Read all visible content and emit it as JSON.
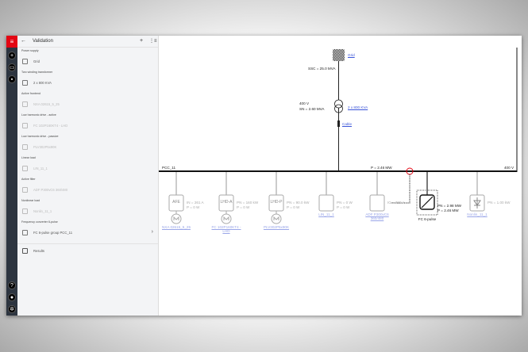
{
  "header": {
    "title": "Validation",
    "add_label": "+",
    "back": "←"
  },
  "rail": {
    "menu_icon": "hamburger-icon",
    "buttons": [
      "plus-icon",
      "folder-icon",
      "save-icon"
    ],
    "bottom": [
      "help-icon",
      "user-icon",
      "settings-icon"
    ]
  },
  "sidebar": {
    "sections": [
      {
        "title": "Power supply",
        "item": "Grid",
        "dim": false
      },
      {
        "title": "Two winding transformer",
        "item": "2 x 800 KVA",
        "dim": false
      },
      {
        "title": "Active frontend",
        "item": "NXA 02615_5_25",
        "dim": true
      },
      {
        "title": "Low harmonic drive - active",
        "item": "FC 102P160KT4 - LHD",
        "dim": true
      },
      {
        "title": "Low harmonic drive - passive",
        "item": "PLV302P5x90K",
        "dim": true
      },
      {
        "title": "Linear load",
        "item": "LIN_11_1",
        "dim": true
      },
      {
        "title": "Active filter",
        "item": "ADF P300vC6 360/480",
        "dim": true
      },
      {
        "title": "Nonlinear load",
        "item": "Nonlin_11_1",
        "dim": true
      },
      {
        "title": "Frequency converter 6-pulse",
        "item": "FC 6-pulse group PCC_11",
        "dim": false
      }
    ],
    "results": "Results"
  },
  "diagram": {
    "grid_label": "Grid",
    "grid_ssc": "SSC = 25.0 MVA",
    "trafo_voltage": "400 V",
    "trafo_sn": "SN = 2.60 MVA",
    "trafo_label": "2 x 800 KVA",
    "cable_label": "Cable",
    "bus_name": "PCC_11",
    "bus_power": "P = 2.46 MW",
    "bus_voltage": "400 V",
    "loads": [
      {
        "box": "AFE",
        "l1": "IN = 261 A",
        "l2": "P = 0 W",
        "name": "NXA 02615_5_25"
      },
      {
        "box": "LHD-A",
        "l1": "PN = 160 kW",
        "l2": "P = 0 W",
        "name": "FC 102P160KT4 - LHD"
      },
      {
        "box": "LHD-P",
        "l1": "PN = 90.0 kW",
        "l2": "P = 0 W",
        "name": "PLV302P5x90K"
      },
      {
        "box": "",
        "l1": "PN = 0 W",
        "l2": "P = 0 W",
        "name": "LIN_11_1"
      },
      {
        "box": "",
        "l1": "IC = 720 A",
        "l2": "",
        "name": "ADF P300vC6 360/480"
      },
      {
        "box": "",
        "l1": "PN = 2.98 MW",
        "l2": "P = 2.46 MW",
        "name": "FC 6-pulse"
      },
      {
        "box": "",
        "l1": "PN = 1.00 kW",
        "l2": "",
        "name": "Nonlin_11_1"
      }
    ],
    "accent": "#e30613"
  }
}
